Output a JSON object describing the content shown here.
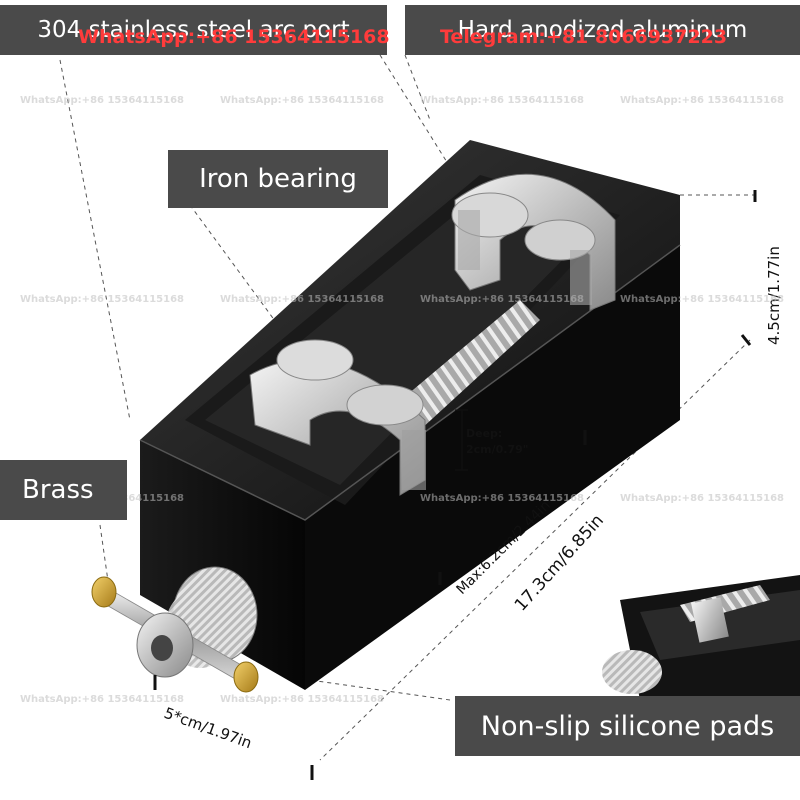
{
  "labels": {
    "arc_port": "304 stainless steel arc port",
    "aluminum": "Hard anodized aluminum",
    "iron_bearing": "Iron bearing",
    "brass": "Brass",
    "silicone": "Non-slip silicone pads"
  },
  "dimensions": {
    "deep_line1": "Deep:",
    "deep_line2": "2cm/0.79\"",
    "max_opening": "Max:6.2cm/2.44in",
    "length": "17.3cm/6.85in",
    "height": "4.5cm/1.77in",
    "width": "5*cm/1.97in"
  },
  "watermarks": {
    "whatsapp_top": "WhatsApp:+86 15364115168",
    "telegram_top": "Telegram:+81 8066937223",
    "whatsapp_small": "WhatsApp:+86 15364115168"
  },
  "colors": {
    "label_bg": "#4a4a4a",
    "label_text": "#ffffff",
    "watermark_red": "#ff3b3b",
    "body_black": "#111111",
    "steel": "#c8c8c8",
    "brass": "#d4a83a"
  }
}
